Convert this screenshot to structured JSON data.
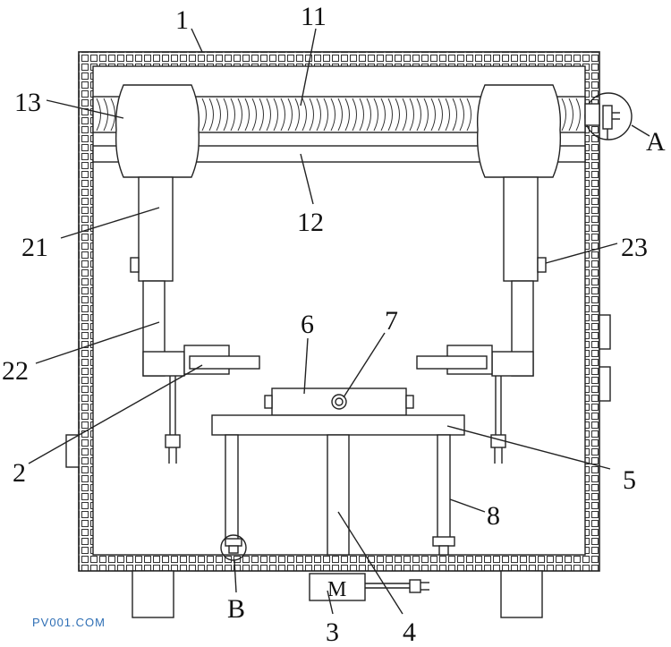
{
  "labels": {
    "l1": "1",
    "l11": "11",
    "l13": "13",
    "lA": "A",
    "l12": "12",
    "l21": "21",
    "l23": "23",
    "l22": "22",
    "l6": "6",
    "l7": "7",
    "l2": "2",
    "l5": "5",
    "l8": "8",
    "lB": "B",
    "l3": "3",
    "l4": "4"
  },
  "motor_letter": "M",
  "watermark": "PV001.COM",
  "colors": {
    "line": "#222222",
    "watermark": "#2f6fb5",
    "background": "#ffffff"
  }
}
